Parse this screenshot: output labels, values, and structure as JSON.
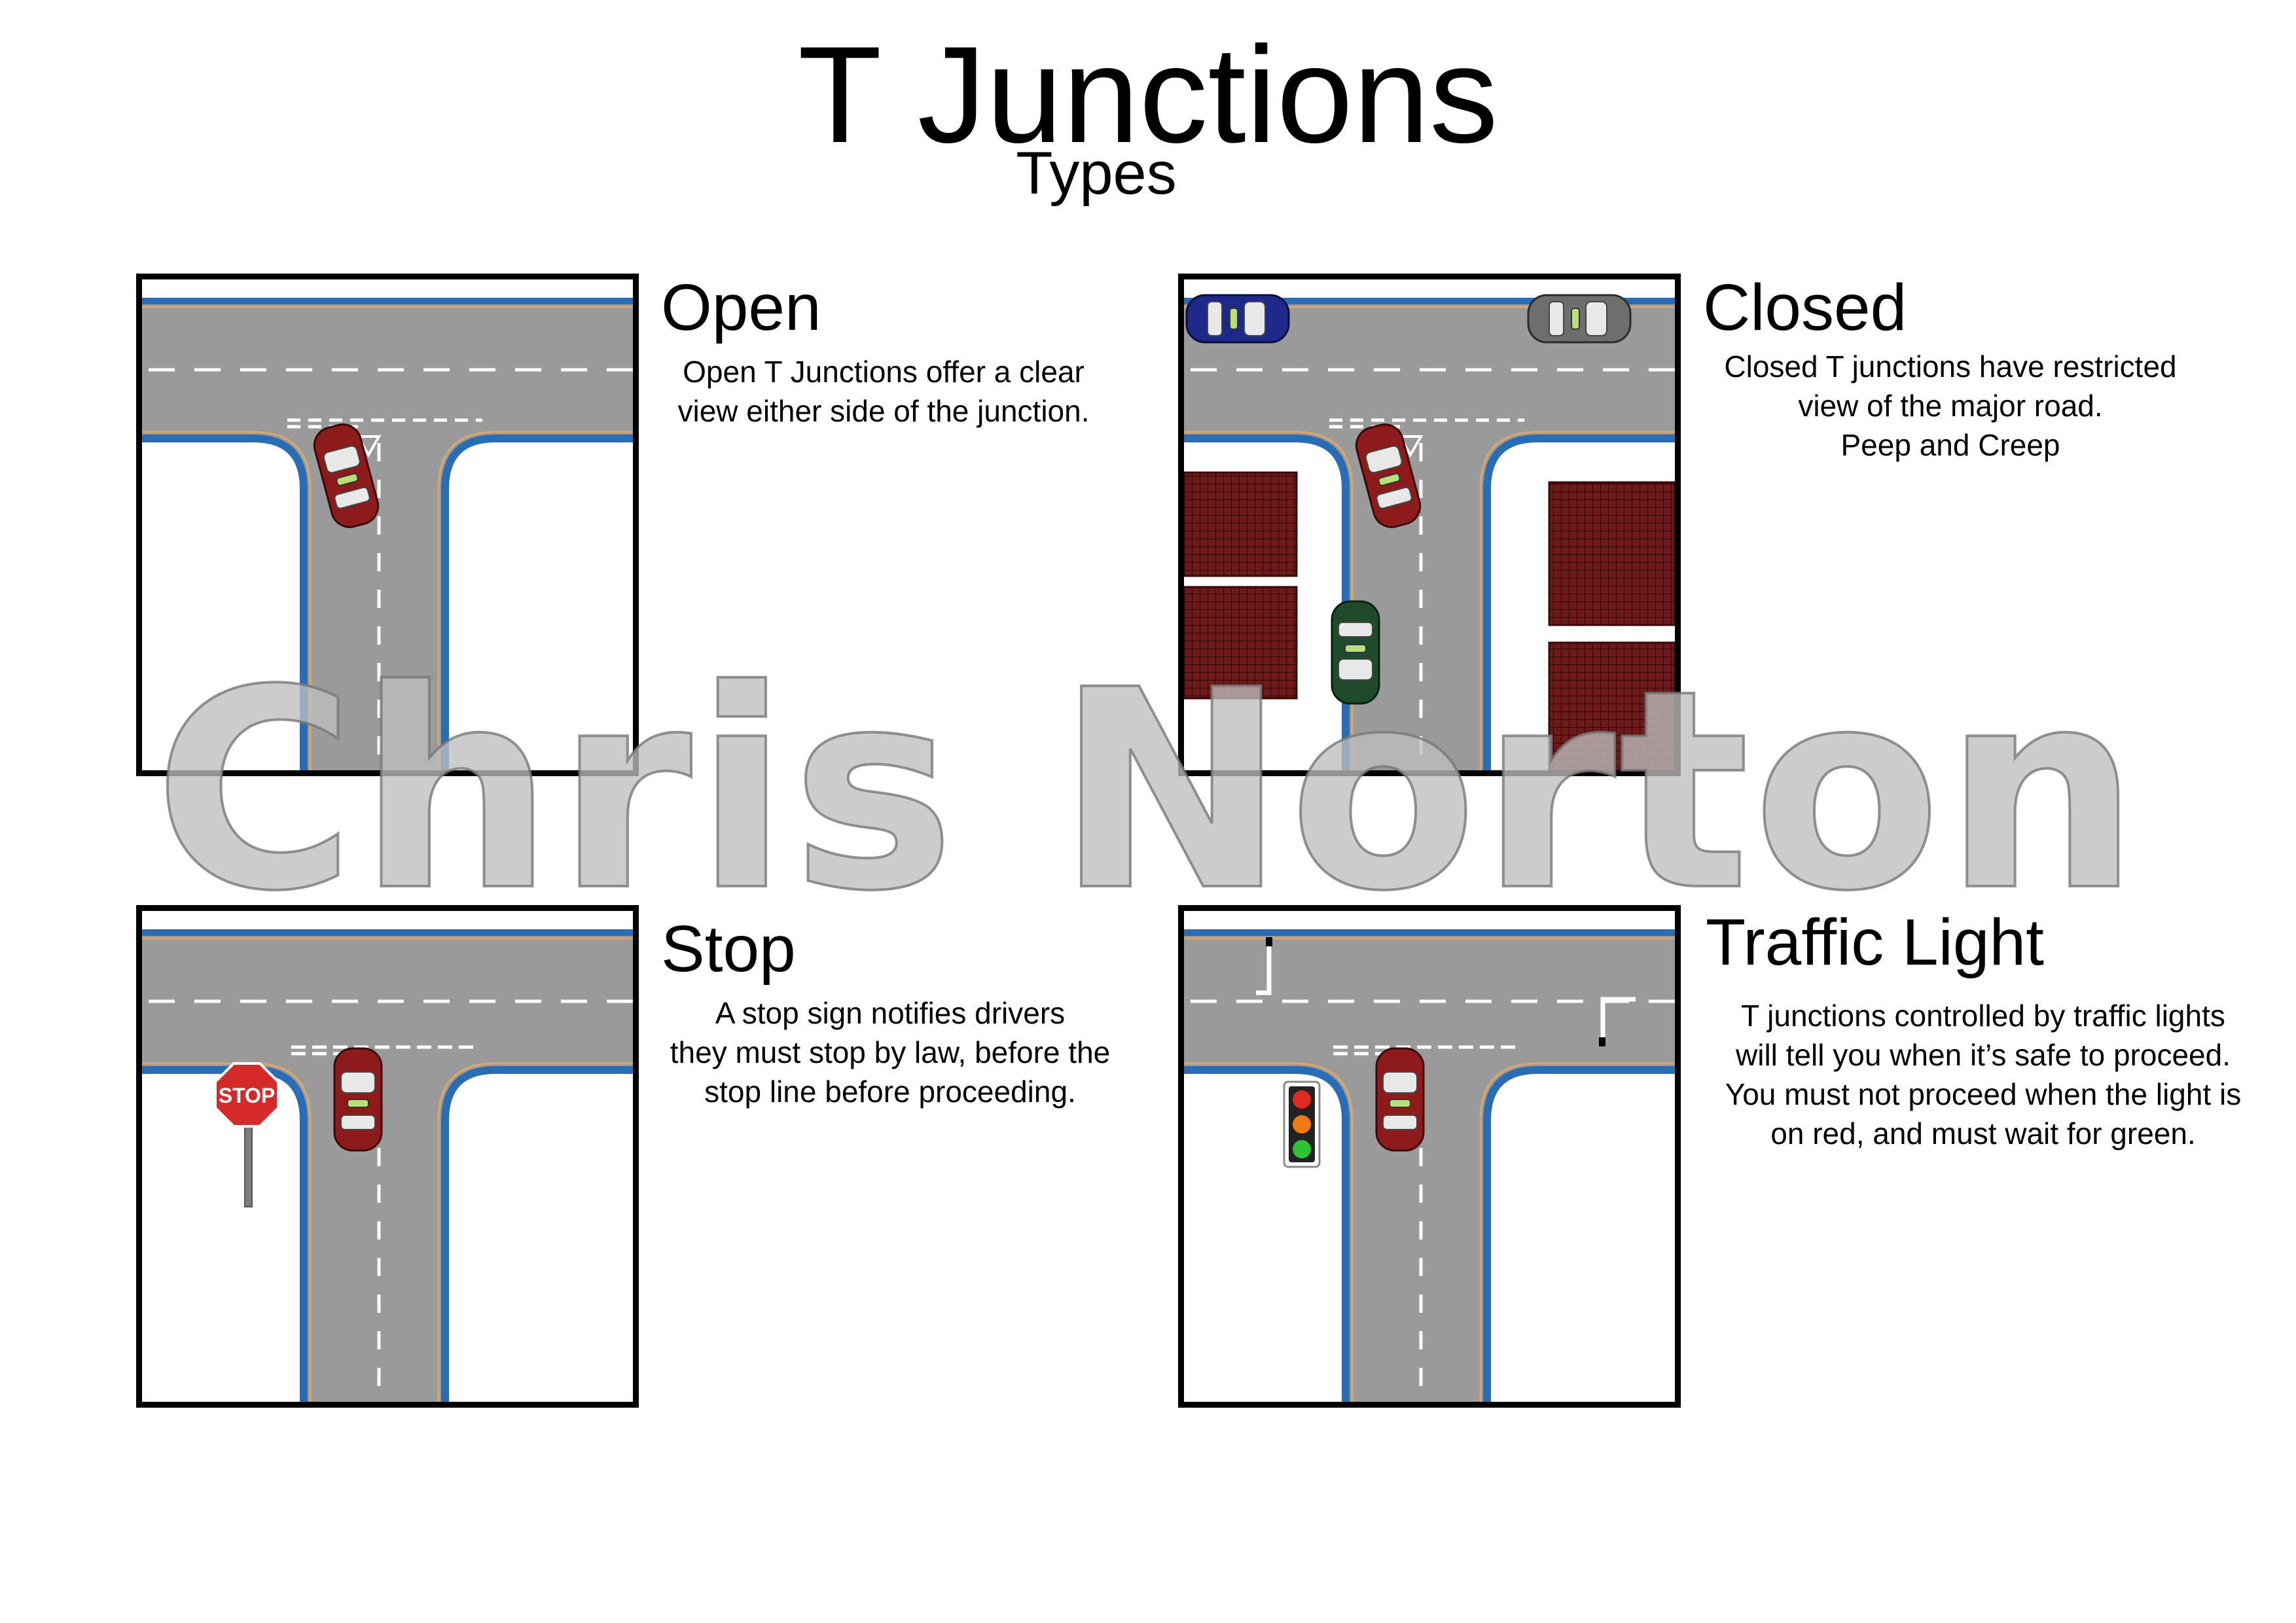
{
  "title": "T Junctions",
  "subtitle": "Types",
  "watermark": "Chris Norton",
  "colors": {
    "road": "#9a9a9a",
    "kerb": "#2a6db5",
    "verge_line": "#d9a86a",
    "car_red": "#8e1b1b",
    "car_blue": "#1d2a8a",
    "car_grey": "#6e6e6e",
    "car_green": "#1f4a2c",
    "building": "#6d1a1a"
  },
  "panels": [
    {
      "id": "open",
      "heading": "Open",
      "description": [
        "Open T Junctions offer a clear",
        "view either side of the junction."
      ]
    },
    {
      "id": "closed",
      "heading": "Closed",
      "description": [
        "Closed T junctions have restricted",
        "view of the major road.",
        "Peep and Creep"
      ]
    },
    {
      "id": "stop",
      "heading": "Stop",
      "description": [
        "A stop sign notifies drivers",
        "they must stop by law, before the",
        "stop line before proceeding."
      ],
      "sign_text": "STOP"
    },
    {
      "id": "traffic-light",
      "heading": "Traffic Light",
      "description": [
        "T junctions controlled by traffic lights",
        "will tell you when it’s safe to proceed.",
        "You must not proceed when the light is",
        "on red, and must wait for green."
      ]
    }
  ]
}
